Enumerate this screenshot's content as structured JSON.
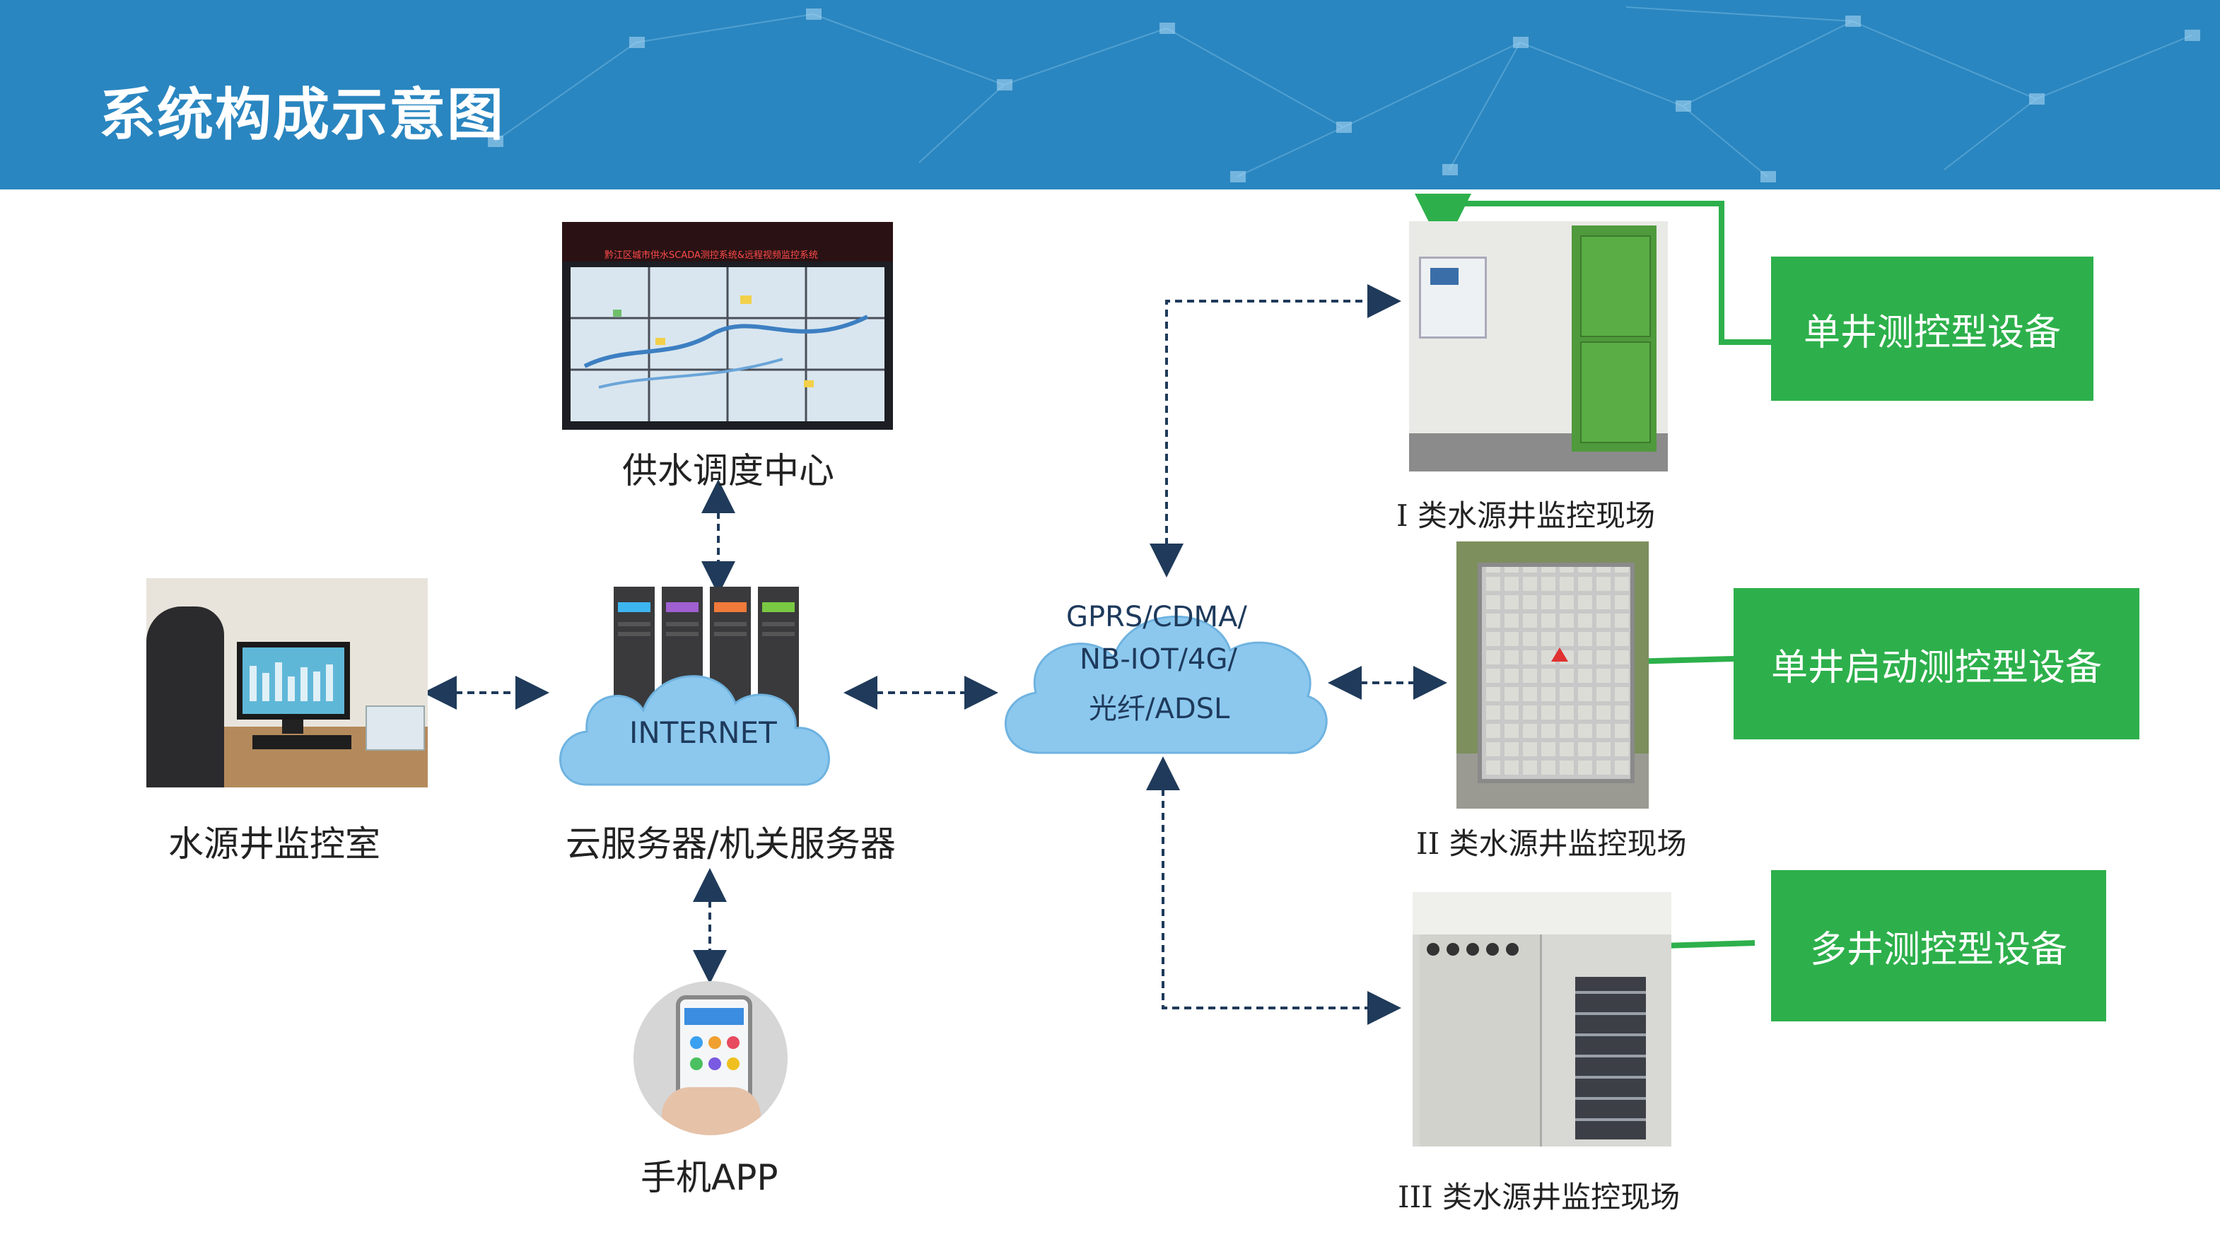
{
  "header": {
    "title": "系统构成示意图"
  },
  "nodes": {
    "dispatch_center": "供水调度中心",
    "cloud_server": "云服务器/机关服务器",
    "internet_label": "INTERNET",
    "monitor_room": "水源井监控室",
    "mobile_app": "手机APP",
    "network_line1": "GPRS/CDMA/",
    "network_line2": "NB-IOT/4G/",
    "network_line3": "光纤/ADSL",
    "site1": "I 类水源井监控现场",
    "site2": "II 类水源井监控现场",
    "site3": "III 类水源井监控现场"
  },
  "devices": {
    "single_well": "单井测控型设备",
    "single_well_start": "单井启动测控型设备",
    "multi_well": "多井测控型设备"
  },
  "screen_banner": "黔江区城市供水SCADA测控系统&远程视频监控系统",
  "colors": {
    "header_bg": "#2a86c0",
    "device_green": "#2db04b",
    "cloud_blue": "#8cc8ee",
    "arrow_navy": "#1f3a5a"
  }
}
